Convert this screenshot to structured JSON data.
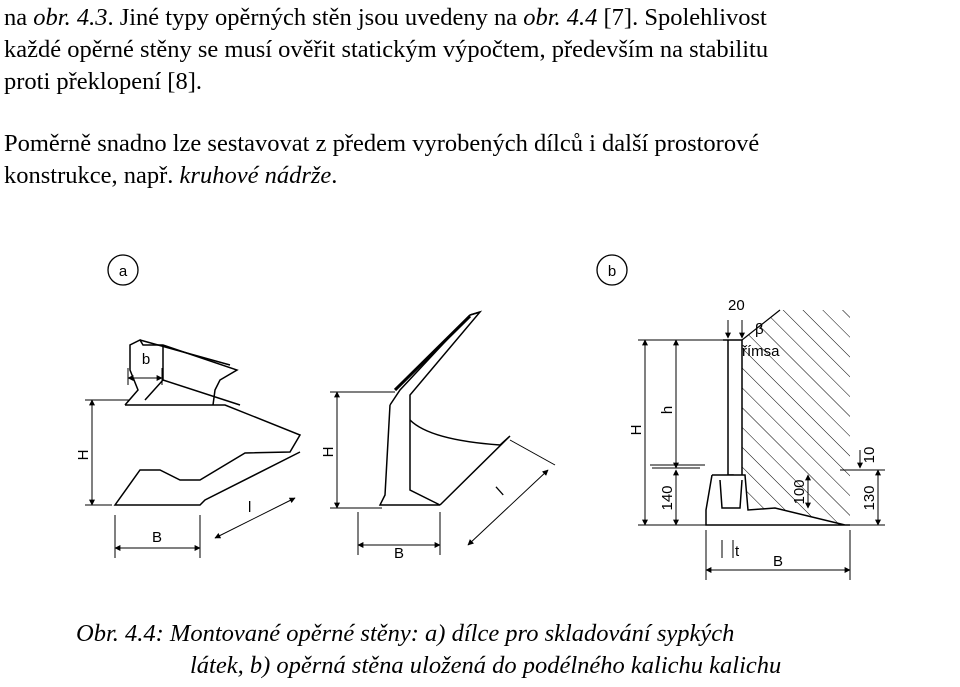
{
  "text": {
    "p1": {
      "l1_a": "na ",
      "l1_b": "obr. 4.3",
      "l1_c": ". Jiné typy opěrných stěn jsou uvedeny na ",
      "l1_d": "obr. 4.4",
      "l1_e": " [7]. Spolehlivost",
      "l2": "každé opěrné stěny se musí ověřit statickým výpočtem, především na stabilitu",
      "l3": "proti překlopení [8]."
    },
    "p2": {
      "l1": "Poměrně snadno lze sestavovat z předem vyrobených dílců i další prostorové",
      "l2_a": "konstrukce, např. ",
      "l2_b": "kruhové nádrže",
      "l2_c": "."
    }
  },
  "figure": {
    "label_a": "a",
    "label_b": "b",
    "a1": {
      "b": "b",
      "H": "H",
      "B": "B",
      "l": "l"
    },
    "a2": {
      "H": "H",
      "B": "B",
      "l": "l"
    },
    "b": {
      "dim20": "20",
      "beta": "β",
      "rimsa": "římsa",
      "H": "H",
      "h": "h",
      "dim140": "140",
      "dim100": "100",
      "dim130": "130",
      "dim10": "10",
      "t": "t",
      "B": "B"
    }
  },
  "caption": {
    "line1": "Obr. 4.4: Montované opěrné stěny: a) dílce pro skladování sypkých",
    "line2": "látek, b) opěrná stěna uložená do podélného kalichu kalichu"
  }
}
